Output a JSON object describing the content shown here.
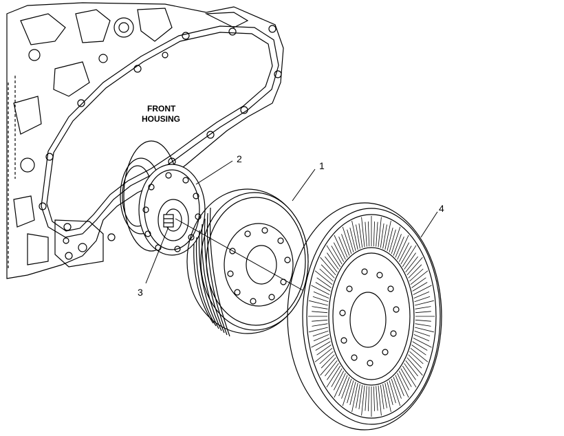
{
  "housing": {
    "line1": "FRONT",
    "line2": "HOUSING"
  },
  "callouts": [
    {
      "id": "1",
      "label": "1"
    },
    {
      "id": "2",
      "label": "2"
    },
    {
      "id": "3",
      "label": "3"
    },
    {
      "id": "4",
      "label": "4"
    }
  ]
}
